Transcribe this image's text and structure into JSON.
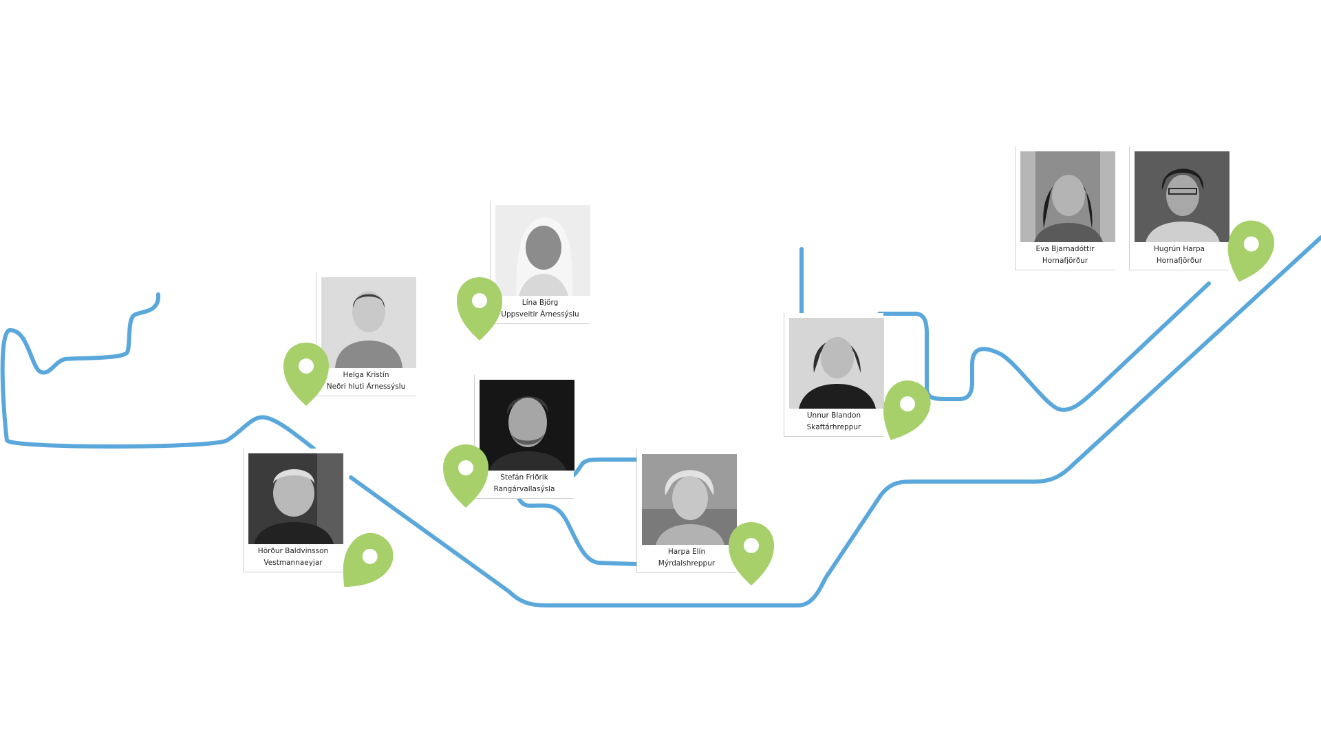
{
  "colors": {
    "route": "#5aa7dc",
    "pin": "#a7d06a",
    "background": "#ffffff"
  },
  "people": [
    {
      "name": "Helga Kristín",
      "region": "Neðri hluti Árnessýslu",
      "photo": "portrait-icon"
    },
    {
      "name": "Lína Björg",
      "region": "Uppsveitir Árnessýslu",
      "photo": "portrait-icon"
    },
    {
      "name": "Stefán Friðrik",
      "region": "Rangárvallasýsla",
      "photo": "portrait-icon"
    },
    {
      "name": "Hörður Baldvinsson",
      "region": "Vestmannaeyjar",
      "photo": "portrait-icon"
    },
    {
      "name": "Harpa Elín",
      "region": "Mýrdalshreppur",
      "photo": "portrait-icon"
    },
    {
      "name": "Unnur Blandon",
      "region": "Skaftárhreppur",
      "photo": "portrait-icon"
    },
    {
      "name": "Eva Bjarnadóttir",
      "region": "Hornafjörður",
      "photo": "portrait-icon"
    },
    {
      "name": "Hugrún Harpa",
      "region": "Hornafjörður",
      "photo": "portrait-icon"
    }
  ],
  "markers": [
    "map-pin-icon",
    "map-pin-icon",
    "map-pin-icon",
    "map-pin-icon",
    "map-pin-icon",
    "map-pin-icon",
    "map-pin-icon"
  ]
}
